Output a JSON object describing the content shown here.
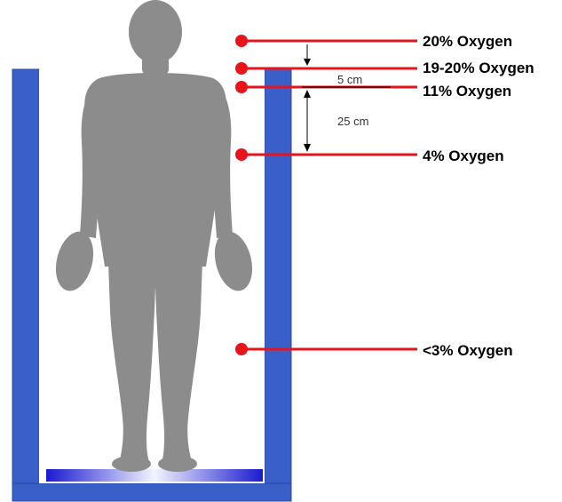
{
  "levels": [
    {
      "label": "20% Oxygen"
    },
    {
      "label": "19-20% Oxygen"
    },
    {
      "label": "11% Oxygen"
    },
    {
      "label": "4% Oxygen"
    },
    {
      "label": "<3% Oxygen"
    }
  ],
  "dimensions": [
    {
      "label": "5 cm"
    },
    {
      "label": "25 cm"
    }
  ],
  "colors": {
    "container_wall": "#3b5fc8",
    "marker": "#e8141c",
    "figure": "#8c8c8c",
    "text": "#000000",
    "floor_pad": "#1a1ad0"
  }
}
